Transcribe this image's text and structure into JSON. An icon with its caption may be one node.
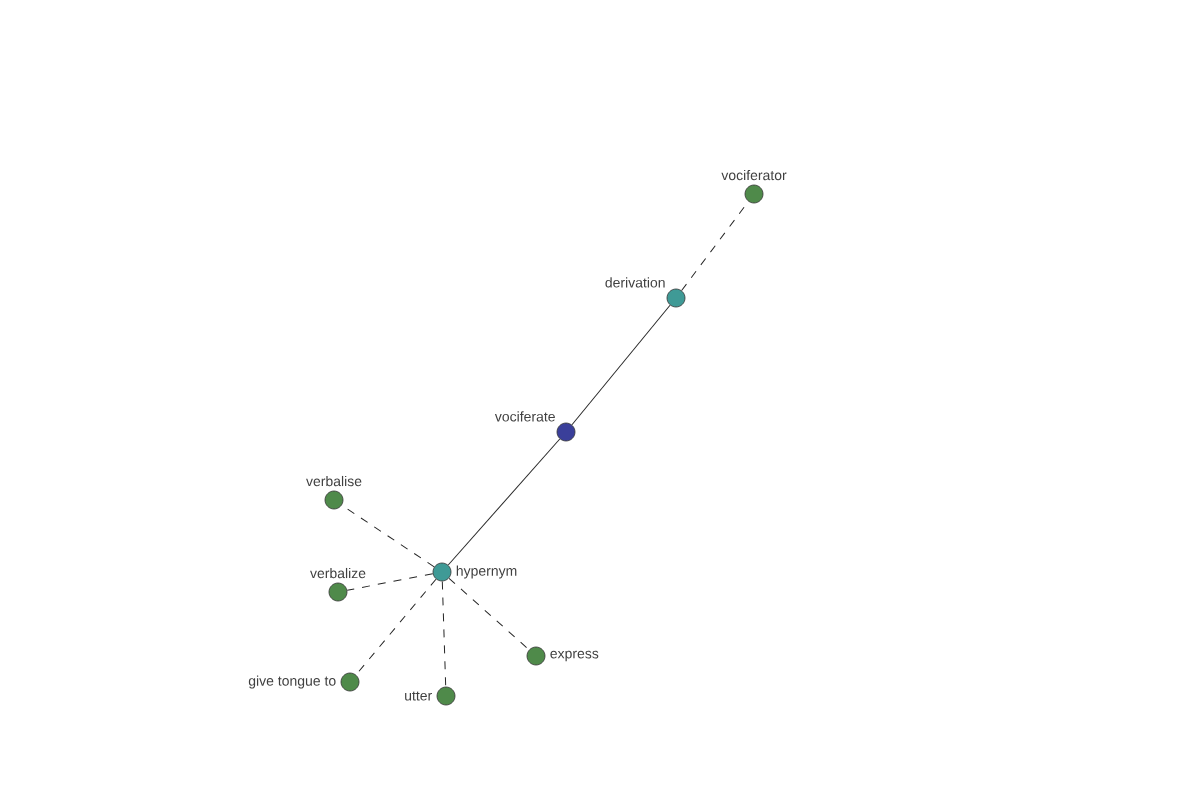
{
  "diagram": {
    "nodes": [
      {
        "text": [
          "vociferator"
        ]
      },
      {
        "text": [
          "derivation"
        ]
      },
      {
        "text": [
          "vociferate"
        ]
      },
      {
        "text": [
          "verbalise"
        ]
      },
      {
        "text": [
          "hypernym"
        ]
      },
      {
        "text": [
          "verbalize"
        ]
      },
      {
        "text": [
          "express"
        ]
      },
      {
        "text": [
          "give tongue to"
        ]
      },
      {
        "text": [
          "utter"
        ]
      }
    ],
    "edges": [
      {
        "from": 1,
        "to": 0,
        "arrow": "none",
        "style": "dashed"
      },
      {
        "from": 2,
        "to": 1,
        "arrow": "none"
      },
      {
        "from": 2,
        "to": 4,
        "arrow": "none"
      },
      {
        "from": 4,
        "to": 3,
        "arrow": "none",
        "style": "dashed"
      },
      {
        "from": 4,
        "to": 5,
        "arrow": "none",
        "style": "dashed"
      },
      {
        "from": 4,
        "to": 6,
        "arrow": "none",
        "style": "dashed"
      },
      {
        "from": 4,
        "to": 7,
        "arrow": "none",
        "style": "dashed"
      },
      {
        "from": 4,
        "to": 8,
        "arrow": "none",
        "style": "dashed"
      }
    ]
  }
}
